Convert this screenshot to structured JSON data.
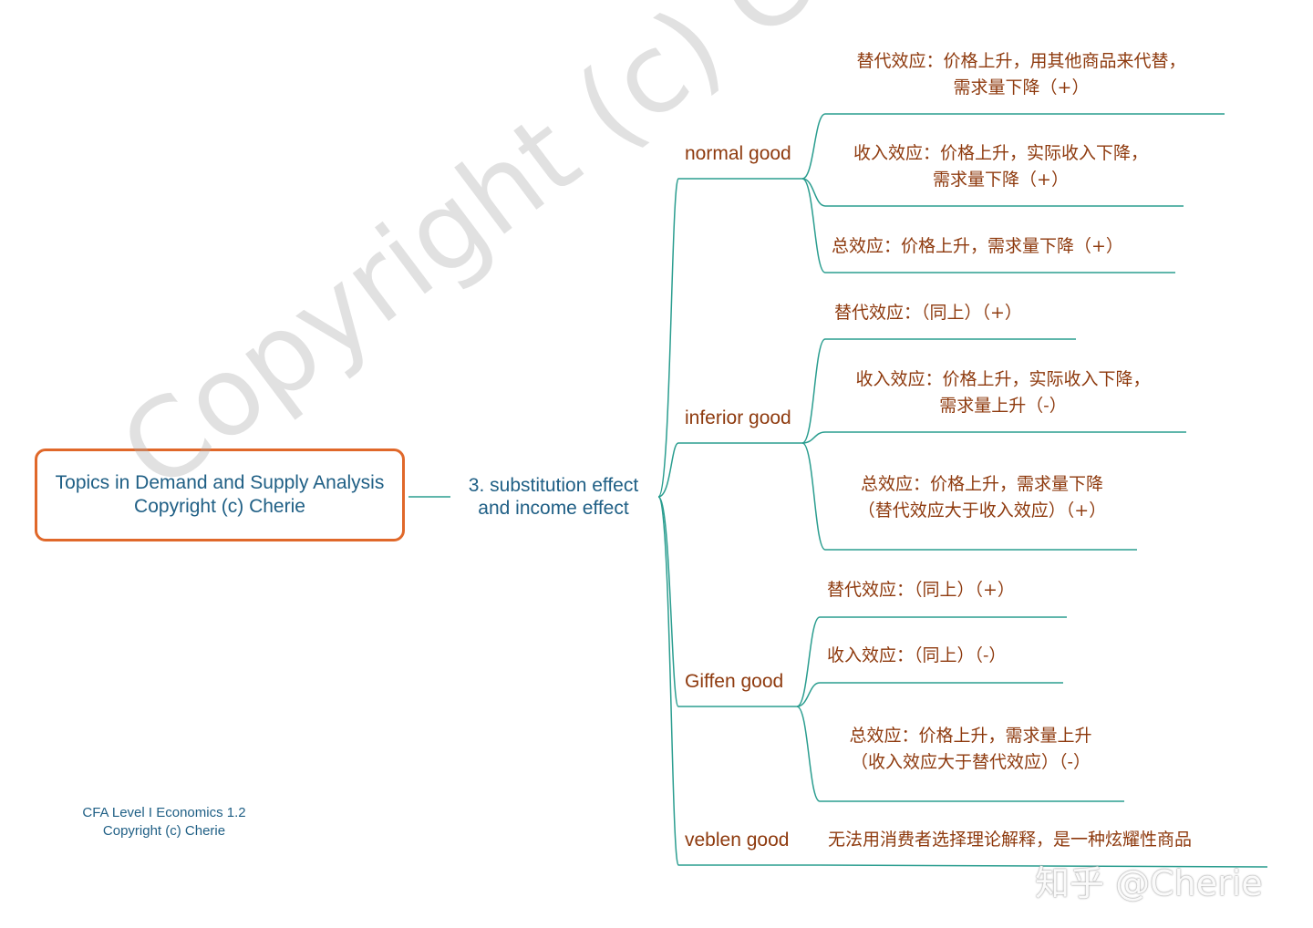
{
  "root": {
    "line1": "Topics in Demand and Supply Analysis",
    "line2": "Copyright (c) Cherie"
  },
  "subtopic": {
    "line1": "3. substitution effect",
    "line2": "and income effect"
  },
  "categories": {
    "normal": {
      "label": "normal good",
      "substitution": [
        "替代效应：价格上升，用其他商品来代替，",
        "需求量下降（+）"
      ],
      "income": [
        "收入效应：价格上升，实际收入下降，",
        "需求量下降（+）"
      ],
      "total": "总效应：价格上升，需求量下降（+）"
    },
    "inferior": {
      "label": "inferior good",
      "substitution": "替代效应：（同上）（+）",
      "income": [
        "收入效应：价格上升，实际收入下降，",
        "需求量上升（-）"
      ],
      "total": [
        "总效应：价格上升，需求量下降",
        "（替代效应大于收入效应）（+）"
      ]
    },
    "giffen": {
      "label": "Giffen good",
      "substitution": "替代效应：（同上）（+）",
      "income": "收入效应：（同上）（-）",
      "total": [
        "总效应：价格上升，需求量上升",
        "（收入效应大于替代效应）（-）"
      ]
    },
    "veblen": {
      "label": "veblen good",
      "note": "无法用消费者选择理论解释，是一种炫耀性商品"
    }
  },
  "footer": {
    "line1": "CFA  Level  I  Economics 1.2",
    "line2": "Copyright (c) Cherie"
  },
  "watermark": "Copyright (c) Cherie",
  "corner_watermark": "知乎 @Cherie",
  "colors": {
    "connector": "#2a9d8f",
    "root_border": "#e0682a",
    "heading_text": "#1f5f85",
    "leaf_text": "#8e3a0e"
  }
}
